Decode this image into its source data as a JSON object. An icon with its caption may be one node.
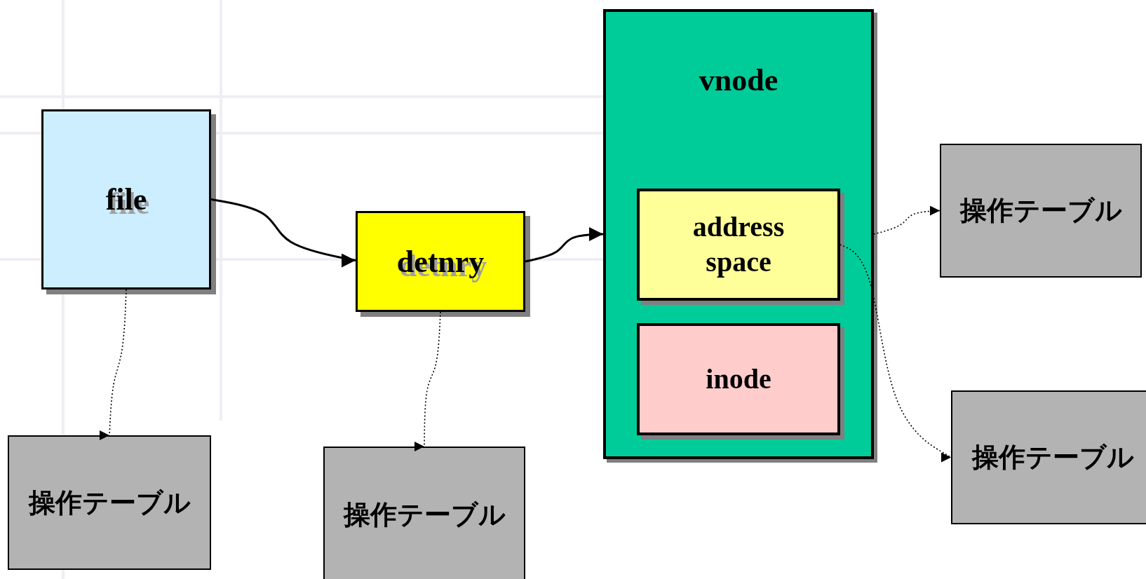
{
  "diagram": {
    "nodes": [
      {
        "text": [
          "file"
        ]
      },
      {
        "text": [
          "detnry"
        ]
      },
      {
        "text": [
          "vnode"
        ]
      },
      {
        "text": [
          "address space"
        ],
        "in": 2
      },
      {
        "text": [
          "inode"
        ],
        "in": 2
      },
      {
        "text": [
          "操作テーブル"
        ]
      },
      {
        "text": [
          "操作テーブル"
        ]
      },
      {
        "text": [
          "操作テーブル"
        ]
      },
      {
        "text": [
          "操作テーブル"
        ]
      }
    ],
    "edges": [
      {
        "from": 0,
        "to": 1,
        "arrow": "to"
      },
      {
        "from": 1,
        "to": 2,
        "arrow": "to"
      },
      {
        "from": 0,
        "to": 5,
        "arrow": "to",
        "style": "dashed"
      },
      {
        "from": 1,
        "to": 6,
        "arrow": "to",
        "style": "dashed"
      },
      {
        "from": 2,
        "to": 7,
        "arrow": "to",
        "style": "dashed"
      },
      {
        "from": 3,
        "to": 8,
        "arrow": "to",
        "style": "dashed"
      }
    ]
  }
}
